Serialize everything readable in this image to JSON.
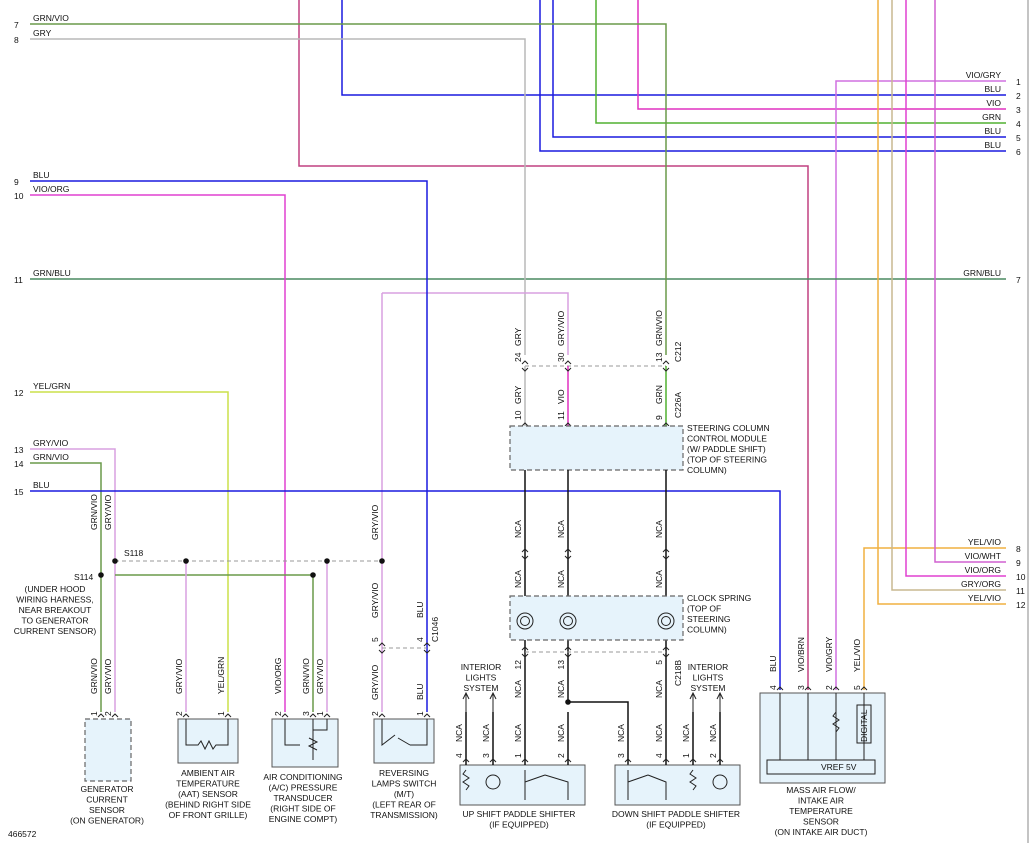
{
  "diagram_id": "466572",
  "colors": {
    "GRN/VIO": "#6a9a4a",
    "GRY": "#b8b8b8",
    "BLU": "#1a1adf",
    "VIO/ORG": "#e040d0",
    "GRN/BLU": "#4a8a60",
    "YEL/GRN": "#cce04a",
    "GRY/VIO": "#d8a0e0",
    "VIO": "#e030c0",
    "GRN": "#50b030",
    "VIO/GRY": "#d070e0",
    "VIO/BRN": "#c04080",
    "YEL/VIO": "#f0b040",
    "VIO/WHT": "#d060d0",
    "GRY/ORG": "#c8b890",
    "NCA": "#111111"
  },
  "left_labels": [
    {
      "num": "7",
      "wire": "GRN/VIO"
    },
    {
      "num": "8",
      "wire": "GRY"
    },
    {
      "num": "9",
      "wire": "BLU"
    },
    {
      "num": "10",
      "wire": "VIO/ORG"
    },
    {
      "num": "11",
      "wire": "GRN/BLU"
    },
    {
      "num": "12",
      "wire": "YEL/GRN"
    },
    {
      "num": "13",
      "wire": "GRY/VIO"
    },
    {
      "num": "14",
      "wire": "GRN/VIO"
    },
    {
      "num": "15",
      "wire": "BLU"
    }
  ],
  "right_labels": [
    {
      "num": "1",
      "wire": "VIO/GRY"
    },
    {
      "num": "2",
      "wire": "BLU"
    },
    {
      "num": "3",
      "wire": "VIO"
    },
    {
      "num": "4",
      "wire": "GRN"
    },
    {
      "num": "5",
      "wire": "BLU"
    },
    {
      "num": "6",
      "wire": "BLU"
    },
    {
      "num": "7",
      "wire": "GRN/BLU"
    },
    {
      "num": "8",
      "wire": "YEL/VIO"
    },
    {
      "num": "9",
      "wire": "VIO/WHT"
    },
    {
      "num": "10",
      "wire": "VIO/ORG"
    },
    {
      "num": "11",
      "wire": "GRY/ORG"
    },
    {
      "num": "12",
      "wire": "YEL/VIO"
    }
  ],
  "splices": {
    "s118": "S118",
    "s114": "S114",
    "s114_desc": [
      "(UNDER HOOD",
      "WIRING HARNESS,",
      "NEAR BREAKOUT",
      "TO GENERATOR",
      "CURRENT SENSOR)"
    ]
  },
  "connectors": {
    "c212": "C212",
    "c226a": "C226A",
    "c1046": "C1046",
    "c218b": "C218B"
  },
  "pins": {
    "scm_upper": [
      {
        "pin": "24",
        "wire": "GRY"
      },
      {
        "pin": "30",
        "wire": "GRY/VIO"
      },
      {
        "pin": "13",
        "wire": "GRN/VIO"
      }
    ],
    "scm_lower": [
      {
        "pin": "10",
        "wire": "GRY"
      },
      {
        "pin": "11",
        "wire": "VIO"
      },
      {
        "pin": "9",
        "wire": "GRN"
      }
    ],
    "nca": "NCA",
    "c218b": [
      {
        "pin": "12",
        "wire": "NCA"
      },
      {
        "pin": "13",
        "wire": "NCA"
      },
      {
        "pin": "5",
        "wire": "NCA"
      }
    ],
    "c1046": [
      {
        "pin": "5",
        "wire": "GRY/VIO"
      },
      {
        "pin": "4",
        "wire": "BLU"
      }
    ],
    "gen": [
      {
        "pin": "1",
        "wire": "GRN/VIO"
      },
      {
        "pin": "2",
        "wire": "GRY/VIO"
      }
    ],
    "aat": [
      {
        "pin": "2",
        "wire": "GRY/VIO"
      },
      {
        "pin": "1",
        "wire": "YEL/GRN"
      }
    ],
    "ac": [
      {
        "pin": "2",
        "wire": "VIO/ORG"
      },
      {
        "pin": "3",
        "wire": "GRN/VIO"
      },
      {
        "pin": "1",
        "wire": "GRY/VIO"
      }
    ],
    "rev": [
      {
        "pin": "2",
        "wire": "GRY/VIO"
      },
      {
        "pin": "1",
        "wire": "BLU"
      }
    ],
    "up": [
      {
        "pin": "4",
        "wire": "NCA"
      },
      {
        "pin": "3",
        "wire": "NCA"
      },
      {
        "pin": "1",
        "wire": "NCA"
      },
      {
        "pin": "2",
        "wire": "NCA"
      }
    ],
    "down": [
      {
        "pin": "3",
        "wire": "NCA"
      },
      {
        "pin": "4",
        "wire": "NCA"
      },
      {
        "pin": "1",
        "wire": "NCA"
      },
      {
        "pin": "2",
        "wire": "NCA"
      }
    ],
    "maf": [
      {
        "pin": "4",
        "wire": "BLU"
      },
      {
        "pin": "3",
        "wire": "VIO/BRN"
      },
      {
        "pin": "2",
        "wire": "VIO/GRY"
      },
      {
        "pin": "5",
        "wire": "YEL/VIO"
      }
    ]
  },
  "components": {
    "scm": [
      "STEERING COLUMN",
      "CONTROL MODULE",
      "(W/ PADDLE SHIFT)",
      "(TOP OF STEERING",
      "COLUMN)"
    ],
    "clock": [
      "CLOCK SPRING",
      "(TOP OF",
      "STEERING",
      "COLUMN)"
    ],
    "gen": [
      "GENERATOR",
      "CURRENT",
      "SENSOR",
      "(ON GENERATOR)"
    ],
    "aat": [
      "AMBIENT AIR",
      "TEMPERATURE",
      "(AAT) SENSOR",
      "(BEHIND RIGHT SIDE",
      "OF FRONT GRILLE)"
    ],
    "ac": [
      "AIR CONDITIONING",
      "(A/C) PRESSURE",
      "TRANSDUCER",
      "(RIGHT SIDE OF",
      "ENGINE COMPT)"
    ],
    "rev": [
      "REVERSING",
      "LAMPS SWITCH",
      "(M/T)",
      "(LEFT REAR OF",
      "TRANSMISSION)"
    ],
    "up": [
      "UP SHIFT PADDLE SHIFTER",
      "(IF EQUIPPED)"
    ],
    "down": [
      "DOWN SHIFT PADDLE SHIFTER",
      "(IF EQUIPPED)"
    ],
    "interior_left": [
      "INTERIOR",
      "LIGHTS",
      "SYSTEM"
    ],
    "interior_right": [
      "INTERIOR",
      "LIGHTS",
      "SYSTEM"
    ],
    "maf": [
      "MASS AIR FLOW/",
      "INTAKE AIR",
      "TEMPERATURE",
      "SENSOR",
      "(ON INTAKE AIR DUCT)"
    ],
    "maf_vref": "VREF 5V",
    "maf_digital": "DIGITAL"
  }
}
